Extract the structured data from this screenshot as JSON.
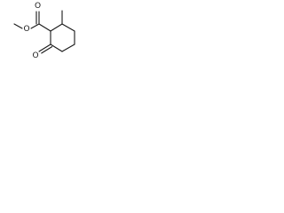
{
  "molecule": {
    "atom_labels": {
      "ester_methyl_o": "O",
      "carbonyl_o_ester": "O",
      "ketone_o": "O"
    }
  }
}
